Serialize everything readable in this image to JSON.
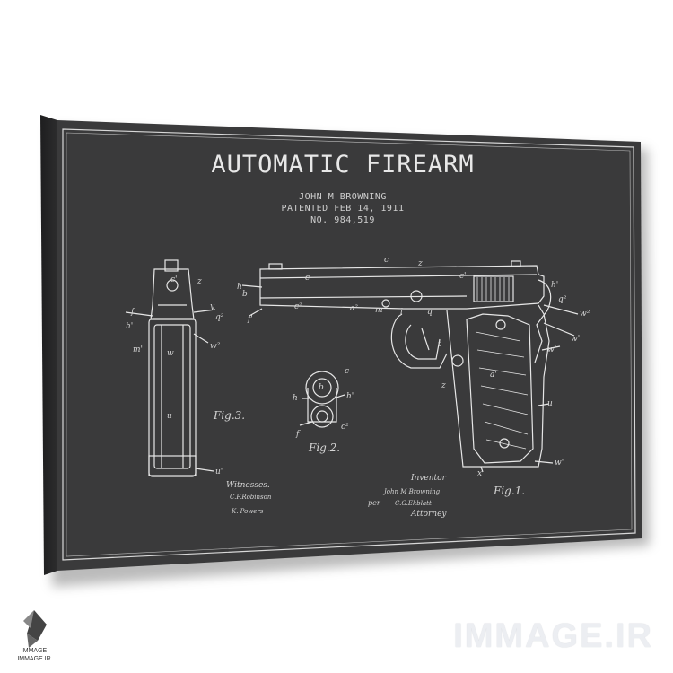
{
  "poster": {
    "title": "AUTOMATIC FIREARM",
    "inventor_name": "JOHN M BROWNING",
    "patent_date": "PATENTED FEB 14, 1911",
    "patent_number": "NO. 984,519",
    "fig1": "Fig.1.",
    "fig2": "Fig.2.",
    "fig3": "Fig.3.",
    "witnesses_label": "Witnesses.",
    "witness_1": "C.F.Robinson",
    "witness_2": "K. Powers",
    "inventor_label": "Inventor",
    "inventor_signature": "John M Browning",
    "per_label": "per",
    "attorney_signature": "C.G.Ekblatt",
    "attorney_label": "Attorney"
  },
  "watermark": {
    "text": "IMMAGE.IR",
    "logo_line_1": "IMMAGE",
    "logo_line_2": "IMMAGE.IR"
  },
  "colors": {
    "canvas": "#3a3a3b",
    "line": "#e6e6e6"
  }
}
